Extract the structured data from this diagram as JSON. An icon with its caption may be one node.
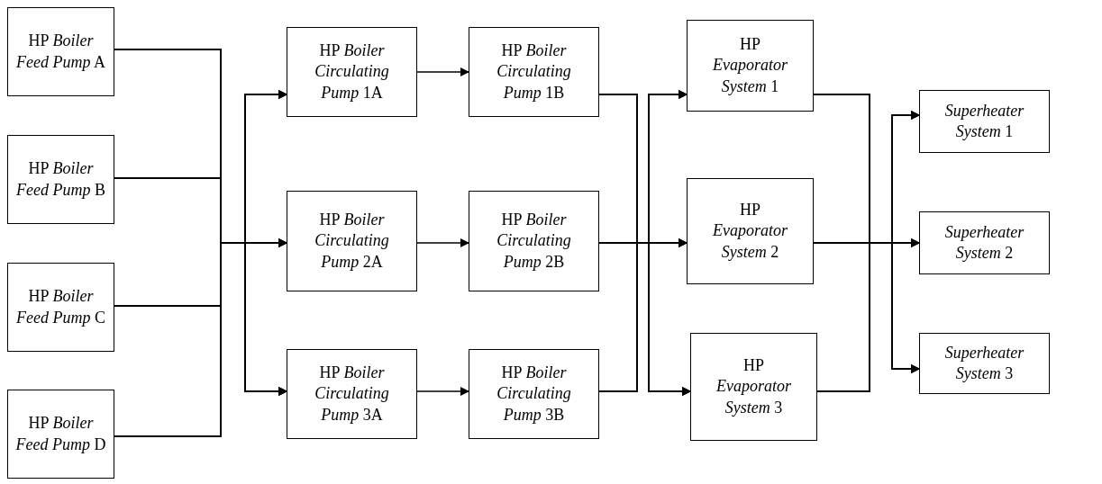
{
  "diagram": {
    "nodes": [
      {
        "text": [
          "HP *Boiler Feed Pump* A"
        ]
      },
      {
        "text": [
          "HP *Boiler Feed Pump* B"
        ]
      },
      {
        "text": [
          "HP *Boiler Feed Pump* C"
        ]
      },
      {
        "text": [
          "HP *Boiler Feed Pump* D"
        ]
      },
      {
        "text": [
          "HP *Boiler Circulating Pump* 1A"
        ]
      },
      {
        "text": [
          "HP *Boiler Circulating Pump* 2A"
        ]
      },
      {
        "text": [
          "HP *Boiler Circulating Pump* 3A"
        ]
      },
      {
        "text": [
          "HP *Boiler Circulating Pump* 1B"
        ]
      },
      {
        "text": [
          "HP *Boiler Circulating Pump* 2B"
        ]
      },
      {
        "text": [
          "HP *Boiler Circulating Pump* 3B"
        ]
      },
      {
        "text": [
          "HP *Evaporator System* 1"
        ]
      },
      {
        "text": [
          "HP *Evaporator System* 2"
        ]
      },
      {
        "text": [
          "HP *Evaporator System* 3"
        ]
      },
      {
        "text": [
          "*Superheater System* 1"
        ]
      },
      {
        "text": [
          "*Superheater System* 2"
        ]
      },
      {
        "text": [
          "*Superheater System* 3"
        ]
      }
    ],
    "edges": [
      {
        "from": 0,
        "to": 4,
        "arrow": "to"
      },
      {
        "from": 0,
        "to": 5,
        "arrow": "to"
      },
      {
        "from": 0,
        "to": 6,
        "arrow": "to"
      },
      {
        "from": 1,
        "to": 4,
        "arrow": "to"
      },
      {
        "from": 1,
        "to": 5,
        "arrow": "to"
      },
      {
        "from": 1,
        "to": 6,
        "arrow": "to"
      },
      {
        "from": 2,
        "to": 4,
        "arrow": "to"
      },
      {
        "from": 2,
        "to": 5,
        "arrow": "to"
      },
      {
        "from": 2,
        "to": 6,
        "arrow": "to"
      },
      {
        "from": 3,
        "to": 4,
        "arrow": "to"
      },
      {
        "from": 3,
        "to": 5,
        "arrow": "to"
      },
      {
        "from": 3,
        "to": 6,
        "arrow": "to"
      },
      {
        "from": 4,
        "to": 7,
        "arrow": "to"
      },
      {
        "from": 5,
        "to": 8,
        "arrow": "to"
      },
      {
        "from": 6,
        "to": 9,
        "arrow": "to"
      },
      {
        "from": 7,
        "to": 10,
        "arrow": "to"
      },
      {
        "from": 7,
        "to": 11,
        "arrow": "to"
      },
      {
        "from": 7,
        "to": 12,
        "arrow": "to"
      },
      {
        "from": 8,
        "to": 10,
        "arrow": "to"
      },
      {
        "from": 8,
        "to": 11,
        "arrow": "to"
      },
      {
        "from": 8,
        "to": 12,
        "arrow": "to"
      },
      {
        "from": 9,
        "to": 10,
        "arrow": "to"
      },
      {
        "from": 9,
        "to": 11,
        "arrow": "to"
      },
      {
        "from": 9,
        "to": 12,
        "arrow": "to"
      },
      {
        "from": 10,
        "to": 13,
        "arrow": "to"
      },
      {
        "from": 10,
        "to": 14,
        "arrow": "to"
      },
      {
        "from": 10,
        "to": 15,
        "arrow": "to"
      },
      {
        "from": 11,
        "to": 13,
        "arrow": "to"
      },
      {
        "from": 11,
        "to": 14,
        "arrow": "to"
      },
      {
        "from": 11,
        "to": 15,
        "arrow": "to"
      },
      {
        "from": 12,
        "to": 13,
        "arrow": "to"
      },
      {
        "from": 12,
        "to": 14,
        "arrow": "to"
      },
      {
        "from": 12,
        "to": 15,
        "arrow": "to"
      }
    ]
  }
}
